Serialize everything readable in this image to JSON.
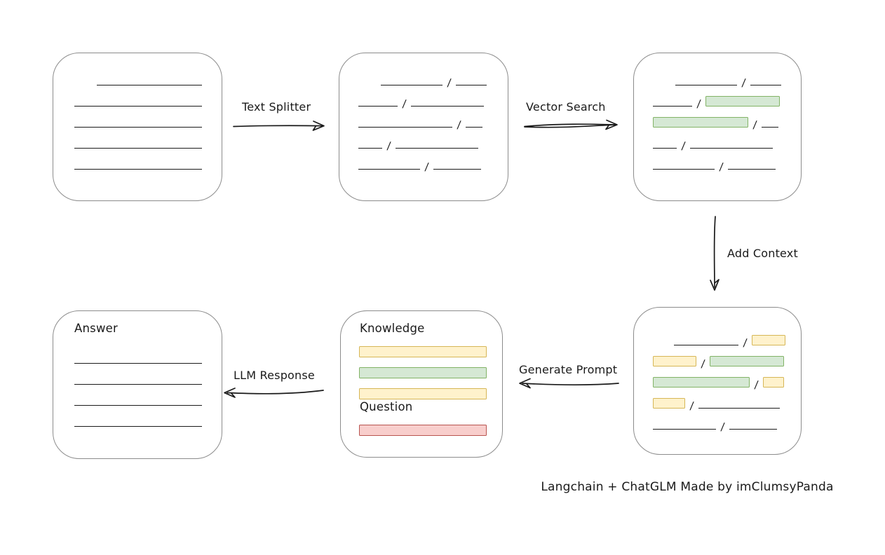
{
  "diagram": {
    "caption": "Langchain + ChatGLM Made by imClumsyPanda",
    "separator": "/",
    "colors": {
      "ink": "#1a1a1a",
      "box_border": "#8c8c8c",
      "green_fill": "#d5e8d4",
      "green_stroke": "#82b366",
      "yellow_fill": "#fff2cc",
      "yellow_stroke": "#d6b656",
      "red_fill": "#f8cecc",
      "red_stroke": "#b85450"
    },
    "arrows": {
      "text_splitter": {
        "label": "Text Splitter"
      },
      "vector_search": {
        "label": "Vector Search"
      },
      "add_context": {
        "label": "Add Context"
      },
      "generate_prompt": {
        "label": "Generate Prompt"
      },
      "llm_response": {
        "label": "LLM Response"
      }
    },
    "boxes": {
      "document": {
        "lines": [
          {
            "indent": 32,
            "w": 150
          },
          {
            "w": 182
          },
          {
            "w": 182
          },
          {
            "w": 182
          },
          {
            "w": 182
          }
        ]
      },
      "chunks": {
        "rows": [
          {
            "indent": 32,
            "segs": [
              {
                "kind": "line",
                "w": 88
              },
              {
                "kind": "slash"
              },
              {
                "kind": "line",
                "w": 44
              }
            ]
          },
          {
            "segs": [
              {
                "kind": "line",
                "w": 56
              },
              {
                "kind": "slash"
              },
              {
                "kind": "line",
                "w": 104
              }
            ]
          },
          {
            "segs": [
              {
                "kind": "line",
                "w": 134
              },
              {
                "kind": "slash"
              },
              {
                "kind": "line",
                "w": 24
              }
            ]
          },
          {
            "segs": [
              {
                "kind": "line",
                "w": 34
              },
              {
                "kind": "slash"
              },
              {
                "kind": "line",
                "w": 118
              }
            ]
          },
          {
            "segs": [
              {
                "kind": "line",
                "w": 88
              },
              {
                "kind": "slash"
              },
              {
                "kind": "line",
                "w": 68
              }
            ]
          }
        ]
      },
      "retrieved_chunks": {
        "rows": [
          {
            "indent": 32,
            "segs": [
              {
                "kind": "line",
                "w": 88
              },
              {
                "kind": "slash"
              },
              {
                "kind": "line",
                "w": 44
              }
            ]
          },
          {
            "segs": [
              {
                "kind": "line",
                "w": 56
              },
              {
                "kind": "slash"
              },
              {
                "kind": "green",
                "w": 106
              }
            ]
          },
          {
            "segs": [
              {
                "kind": "green",
                "w": 136
              },
              {
                "kind": "slash"
              },
              {
                "kind": "line",
                "w": 24
              }
            ]
          },
          {
            "segs": [
              {
                "kind": "line",
                "w": 34
              },
              {
                "kind": "slash"
              },
              {
                "kind": "line",
                "w": 118
              }
            ]
          },
          {
            "segs": [
              {
                "kind": "line",
                "w": 88
              },
              {
                "kind": "slash"
              },
              {
                "kind": "line",
                "w": 68
              }
            ]
          }
        ]
      },
      "context_chunks": {
        "rows": [
          {
            "indent": 30,
            "segs": [
              {
                "kind": "line",
                "w": 92
              },
              {
                "kind": "slash"
              },
              {
                "kind": "yellow",
                "w": 48
              }
            ]
          },
          {
            "segs": [
              {
                "kind": "yellow",
                "w": 62
              },
              {
                "kind": "slash"
              },
              {
                "kind": "green",
                "w": 106
              }
            ]
          },
          {
            "segs": [
              {
                "kind": "green",
                "w": 138
              },
              {
                "kind": "slash"
              },
              {
                "kind": "yellow",
                "w": 30
              }
            ]
          },
          {
            "segs": [
              {
                "kind": "yellow",
                "w": 46
              },
              {
                "kind": "slash"
              },
              {
                "kind": "line",
                "w": 116
              }
            ]
          },
          {
            "segs": [
              {
                "kind": "line",
                "w": 90
              },
              {
                "kind": "slash"
              },
              {
                "kind": "line",
                "w": 68
              }
            ]
          }
        ]
      },
      "prompt": {
        "knowledge_label": "Knowledge",
        "question_label": "Question",
        "knowledge_bars": [
          {
            "kind": "yellow"
          },
          {
            "kind": "green"
          },
          {
            "kind": "yellow"
          }
        ],
        "question_bars": [
          {
            "kind": "red"
          }
        ]
      },
      "answer": {
        "label": "Answer",
        "lines": [
          {
            "w": 182
          },
          {
            "w": 182
          },
          {
            "w": 182
          },
          {
            "w": 182
          }
        ]
      }
    }
  }
}
